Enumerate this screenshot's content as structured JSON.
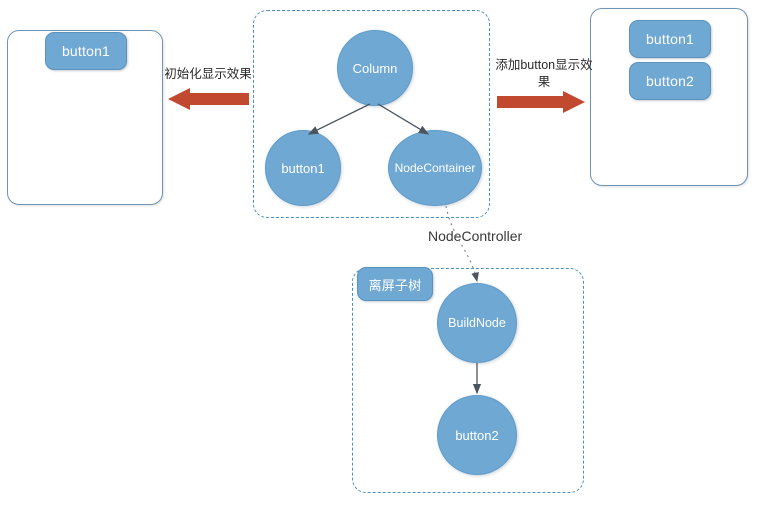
{
  "diagram": {
    "title": "NodeController offscreen subtree diagram",
    "colors": {
      "node_fill": "#6fa8d2",
      "node_stroke": "#5f9ccb",
      "panel_stroke": "#6e95b5",
      "dashed_stroke": "#4a90c4",
      "arrow_red": "#c0492f",
      "edge_gray": "#555f6b",
      "text_dark": "#2b2b2b"
    }
  },
  "left_panel": {
    "name": "initial-display-panel",
    "chips": [
      {
        "label": "button1"
      }
    ]
  },
  "right_panel": {
    "name": "after-add-button-panel",
    "chips": [
      {
        "label": "button1"
      },
      {
        "label": "button2"
      }
    ]
  },
  "arrows": {
    "left": {
      "label": "初始化显示效果",
      "direction": "left",
      "color": "#c0492f"
    },
    "right": {
      "label": "添加button显示效\n果",
      "direction": "right",
      "color": "#c0492f"
    }
  },
  "center_tree": {
    "caption": "NodeController",
    "nodes": [
      {
        "id": "column",
        "label": "Column"
      },
      {
        "id": "button1",
        "label": "button1"
      },
      {
        "id": "nodecontainer",
        "label": "NodeContainer"
      }
    ],
    "edges": [
      {
        "from": "column",
        "to": "button1"
      },
      {
        "from": "column",
        "to": "nodecontainer"
      }
    ]
  },
  "offscreen_tree": {
    "badge": "离屏子树",
    "nodes": [
      {
        "id": "buildnode",
        "label": "BuildNode"
      },
      {
        "id": "button2",
        "label": "button2"
      }
    ],
    "edges": [
      {
        "from": "buildnode",
        "to": "button2"
      },
      {
        "from": "nodecontainer",
        "to": "buildnode",
        "style": "dotted"
      }
    ]
  }
}
